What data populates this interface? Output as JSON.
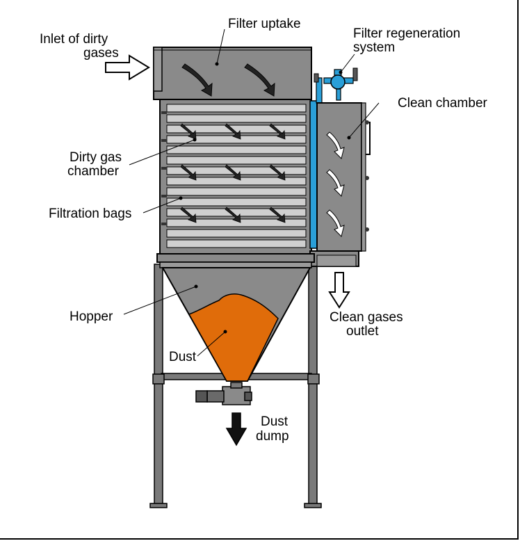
{
  "labels": {
    "inlet_line1": "Inlet of dirty",
    "inlet_line2": "gases",
    "filter_uptake": "Filter uptake",
    "regen_line1": "Filter regeneration",
    "regen_line2": "system",
    "clean_chamber": "Clean chamber",
    "dirty_line1": "Dirty gas",
    "dirty_line2": "chamber",
    "filtration_bags": "Filtration bags",
    "hopper": "Hopper",
    "clean_outlet_line1": "Clean gases",
    "clean_outlet_line2": "outlet",
    "dust": "Dust",
    "dust_dump_line1": "Dust",
    "dump_line2": "dump"
  },
  "colors": {
    "housing": "#8a8a8a",
    "bags": "#c8c8c8",
    "dust": "#e06c0a",
    "regeneration": "#2a9fd8",
    "outline": "#000000"
  }
}
